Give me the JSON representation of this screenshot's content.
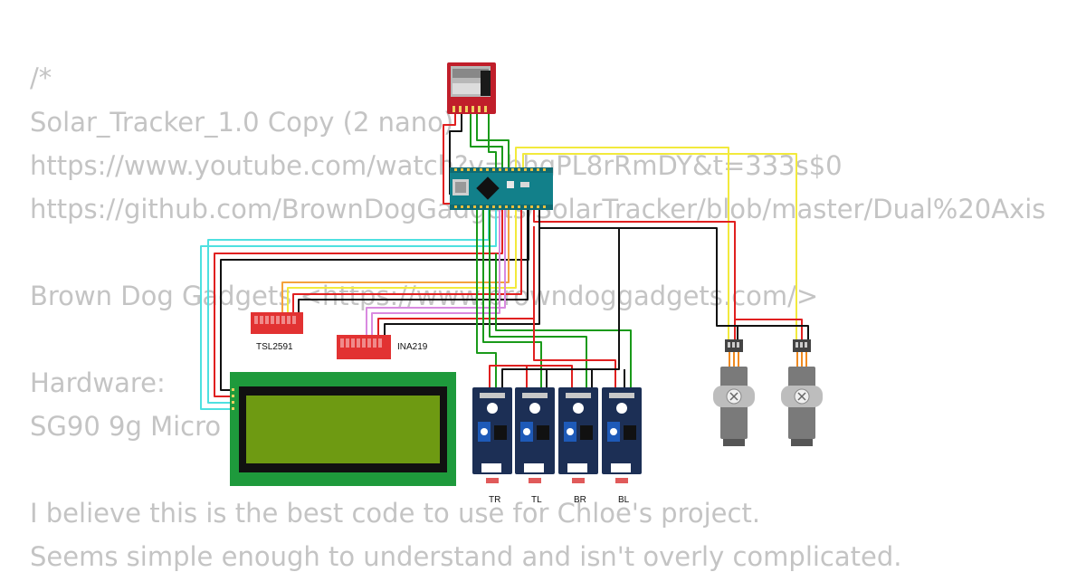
{
  "code_lines": [
    "/*",
    "Solar_Tracker_1.0 Copy (2 nano)",
    "https://www.youtube.com/watch?v=bhgPL8rRmDY&t=333s$0",
    "https://github.com/BrownDogGadgets/SolarTracker/blob/master/Dual%20Axis",
    "",
    "Brown Dog Gadgets <https://www.browndoggadgets.com/>",
    "",
    "Hardware:",
    "SG90 9g Micro Servo",
    "",
    "I believe this is the best code to use for Chloe's project.",
    "Seems simple enough to understand and isn't overly complicated."
  ],
  "labels": {
    "tsl2591": "TSL2591",
    "ina219": "INA219",
    "ldr_tr": "TR",
    "ldr_tl": "TL",
    "ldr_br": "BR",
    "ldr_bl": "BL"
  },
  "colors": {
    "background": "#ffffff",
    "code_text": "#c4c4c4",
    "wire_red": "#e02020",
    "wire_black": "#111111",
    "wire_green": "#1a9a1a",
    "wire_yellow": "#f2ea3c",
    "wire_cyan": "#4ee0e0",
    "wire_orange": "#f4a23c",
    "wire_purple": "#d98ae0",
    "pcb_blue": "#1c2f55",
    "nano_teal": "#12808a",
    "lcd_green": "#1e9a3c",
    "lcd_screen": "#6e9a12",
    "sd_red": "#c01e2a",
    "dip_red": "#e23232"
  }
}
